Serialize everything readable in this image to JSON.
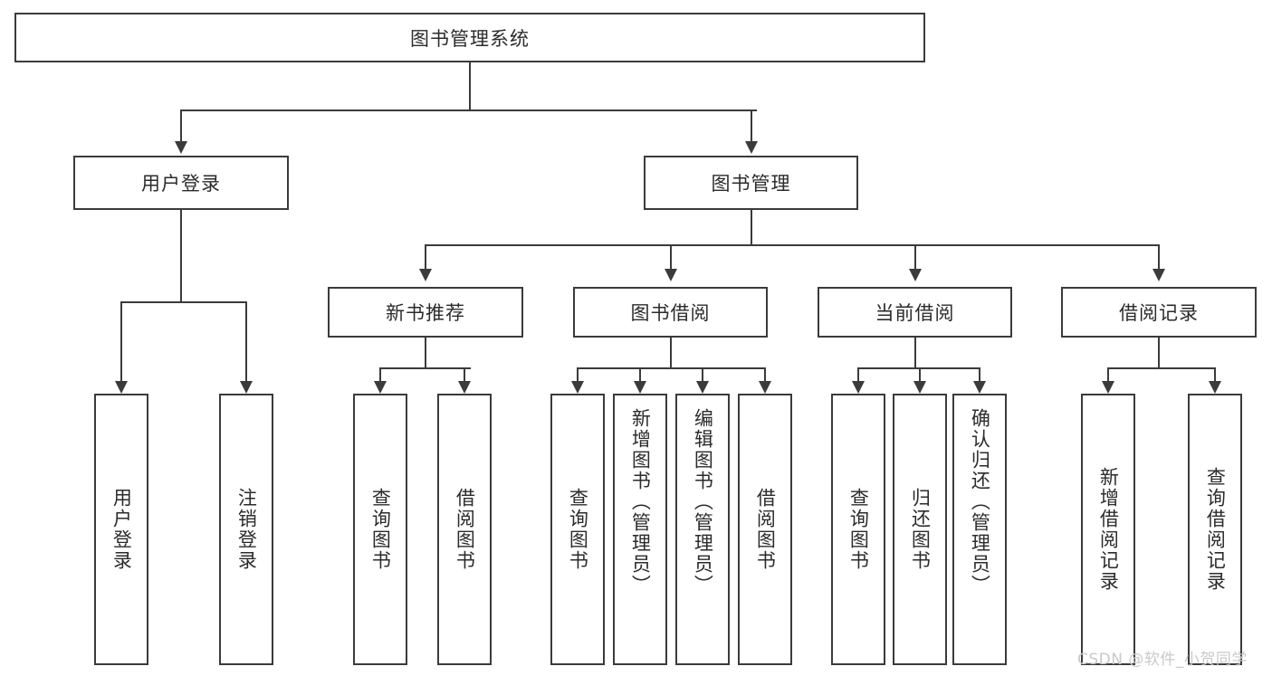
{
  "diagram": {
    "type": "tree-hierarchy",
    "title": "图书管理系统",
    "root": {
      "id": "root",
      "label": "图书管理系统",
      "orientation": "horizontal"
    },
    "level2": [
      {
        "id": "user-login",
        "label": "用户登录",
        "orientation": "horizontal"
      },
      {
        "id": "book-management",
        "label": "图书管理",
        "orientation": "horizontal"
      }
    ],
    "level3": [
      {
        "id": "new-book-recommend",
        "label": "新书推荐",
        "orientation": "horizontal",
        "parent": "book-management"
      },
      {
        "id": "book-borrow",
        "label": "图书借阅",
        "orientation": "horizontal",
        "parent": "book-management"
      },
      {
        "id": "current-borrow",
        "label": "当前借阅",
        "orientation": "horizontal",
        "parent": "book-management"
      },
      {
        "id": "borrow-record",
        "label": "借阅记录",
        "orientation": "horizontal",
        "parent": "book-management"
      }
    ],
    "leaves": [
      {
        "id": "leaf-user-login",
        "label": "用户登录",
        "parent": "user-login",
        "orientation": "vertical"
      },
      {
        "id": "leaf-logout-login",
        "label": "注销登录",
        "parent": "user-login",
        "orientation": "vertical"
      },
      {
        "id": "leaf-query-book-1",
        "label": "查询图书",
        "parent": "new-book-recommend",
        "orientation": "vertical"
      },
      {
        "id": "leaf-borrow-book-1",
        "label": "借阅图书",
        "parent": "new-book-recommend",
        "orientation": "vertical"
      },
      {
        "id": "leaf-query-book-2",
        "label": "查询图书",
        "parent": "book-borrow",
        "orientation": "vertical"
      },
      {
        "id": "leaf-add-book",
        "label": "新增图书（管理员）",
        "parent": "book-borrow",
        "orientation": "vertical"
      },
      {
        "id": "leaf-edit-book",
        "label": "编辑图书（管理员）",
        "parent": "book-borrow",
        "orientation": "vertical"
      },
      {
        "id": "leaf-borrow-book-2",
        "label": "借阅图书",
        "parent": "book-borrow",
        "orientation": "vertical"
      },
      {
        "id": "leaf-query-book-3",
        "label": "查询图书",
        "parent": "current-borrow",
        "orientation": "vertical"
      },
      {
        "id": "leaf-return-book",
        "label": "归还图书",
        "parent": "current-borrow",
        "orientation": "vertical"
      },
      {
        "id": "leaf-confirm-return",
        "label": "确认归还（管理员）",
        "parent": "current-borrow",
        "orientation": "vertical"
      },
      {
        "id": "leaf-add-record",
        "label": "新增借阅记录",
        "parent": "borrow-record",
        "orientation": "vertical"
      },
      {
        "id": "leaf-query-record",
        "label": "查询借阅记录",
        "parent": "borrow-record",
        "orientation": "vertical"
      }
    ],
    "watermark": "CSDN @软件_小贺同学",
    "colors": {
      "stroke": "#3b3b3b",
      "fill": "#ffffff",
      "text": "#2b2b2b",
      "watermark": "#c9c9c9"
    }
  }
}
